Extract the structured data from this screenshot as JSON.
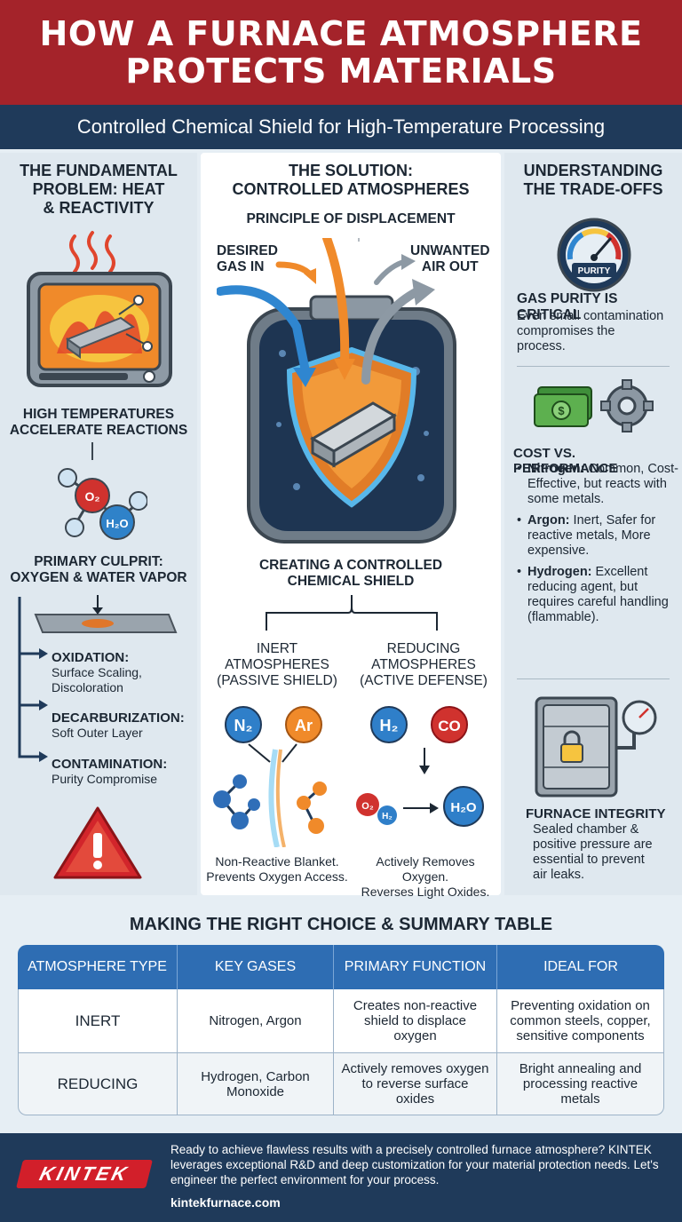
{
  "header": {
    "title_line1": "HOW A FURNACE ATMOSPHERE",
    "title_line2": "PROTECTS MATERIALS",
    "subtitle": "Controlled Chemical Shield for High-Temperature Processing"
  },
  "left": {
    "title_line1": "THE FUNDAMENTAL",
    "title_line2": "PROBLEM: HEAT",
    "title_line3": "& REACTIVITY",
    "caption1_line1": "HIGH TEMPERATURES",
    "caption1_line2": "ACCELERATE REACTIONS",
    "o2_label": "O₂",
    "h2o_label": "H₂O",
    "caption2_line1": "PRIMARY CULPRIT:",
    "caption2_line2": "OXYGEN & WATER VAPOR",
    "effects": [
      {
        "title": "OXIDATION:",
        "desc_line1": "Surface Scaling,",
        "desc_line2": "Discoloration"
      },
      {
        "title": "DECARBURIZATION:",
        "desc_line1": "Soft Outer Layer",
        "desc_line2": ""
      },
      {
        "title": "CONTAMINATION:",
        "desc_line1": "Purity Compromise",
        "desc_line2": ""
      }
    ]
  },
  "middle": {
    "title_line1": "THE SOLUTION:",
    "title_line2": "CONTROLLED ATMOSPHERES",
    "principle": "PRINCIPLE OF DISPLACEMENT",
    "gas_in_line1": "DESIRED",
    "gas_in_line2": "GAS IN",
    "air_out_line1": "UNWANTED",
    "air_out_line2": "AIR OUT",
    "shield_line1": "CREATING A CONTROLLED",
    "shield_line2": "CHEMICAL SHIELD",
    "inert_line1": "INERT",
    "inert_line2": "ATMOSPHERES",
    "inert_line3": "(PASSIVE SHIELD)",
    "reducing_line1": "REDUCING",
    "reducing_line2": "ATMOSPHERES",
    "reducing_line3": "(ACTIVE DEFENSE)",
    "n2": "N₂",
    "ar": "Ar",
    "h2": "H₂",
    "co": "CO",
    "o2_small": "O₂",
    "h2_small": "H₂",
    "h2o_out": "H₂O",
    "inert_desc_line1": "Non-Reactive Blanket.",
    "inert_desc_line2": "Prevents Oxygen Access.",
    "reducing_desc_line1": "Actively Removes Oxygen.",
    "reducing_desc_line2": "Reverses Light Oxides."
  },
  "right": {
    "title_line1": "UNDERSTANDING",
    "title_line2": "THE TRADE-OFFS",
    "gauge_label": "PURITY",
    "purity_title": "GAS PURITY IS CRITICAL",
    "purity_desc_line1": "Even small contamination",
    "purity_desc_line2": "compromises the",
    "purity_desc_line3": "process.",
    "cost_title": "COST VS. PERFORMANCE",
    "bullets": [
      {
        "name": "Nitrogen:",
        "text": "Common, Cost-Effective, but reacts with some metals."
      },
      {
        "name": "Argon:",
        "text": "Inert, Safer for reactive metals, More expensive."
      },
      {
        "name": "Hydrogen:",
        "text": "Excellent reducing agent, but requires careful handling (flammable)."
      }
    ],
    "integrity_title": "FURNACE INTEGRITY",
    "integrity_desc_line1": "Sealed chamber &",
    "integrity_desc_line2": "positive pressure are",
    "integrity_desc_line3": "essential to prevent",
    "integrity_desc_line4": "air leaks."
  },
  "summary": {
    "title": "MAKING THE RIGHT CHOICE & SUMMARY TABLE",
    "headers": [
      "ATMOSPHERE TYPE",
      "KEY GASES",
      "PRIMARY FUNCTION",
      "IDEAL FOR"
    ],
    "rows": [
      [
        "INERT",
        "Nitrogen, Argon",
        "Creates non-reactive shield to displace oxygen",
        "Preventing oxidation on common steels, copper, sensitive components"
      ],
      [
        "REDUCING",
        "Hydrogen, Carbon Monoxide",
        "Actively removes oxygen to reverse surface oxides",
        "Bright annealing and processing reactive metals"
      ]
    ]
  },
  "footer": {
    "logo": "KINTEK",
    "text": "Ready to achieve flawless results with a precisely controlled furnace atmosphere? KINTEK leverages exceptional R&D and deep customization for your material protection needs. Let's engineer the perfect environment for your process.",
    "url": "kintekfurnace.com"
  }
}
